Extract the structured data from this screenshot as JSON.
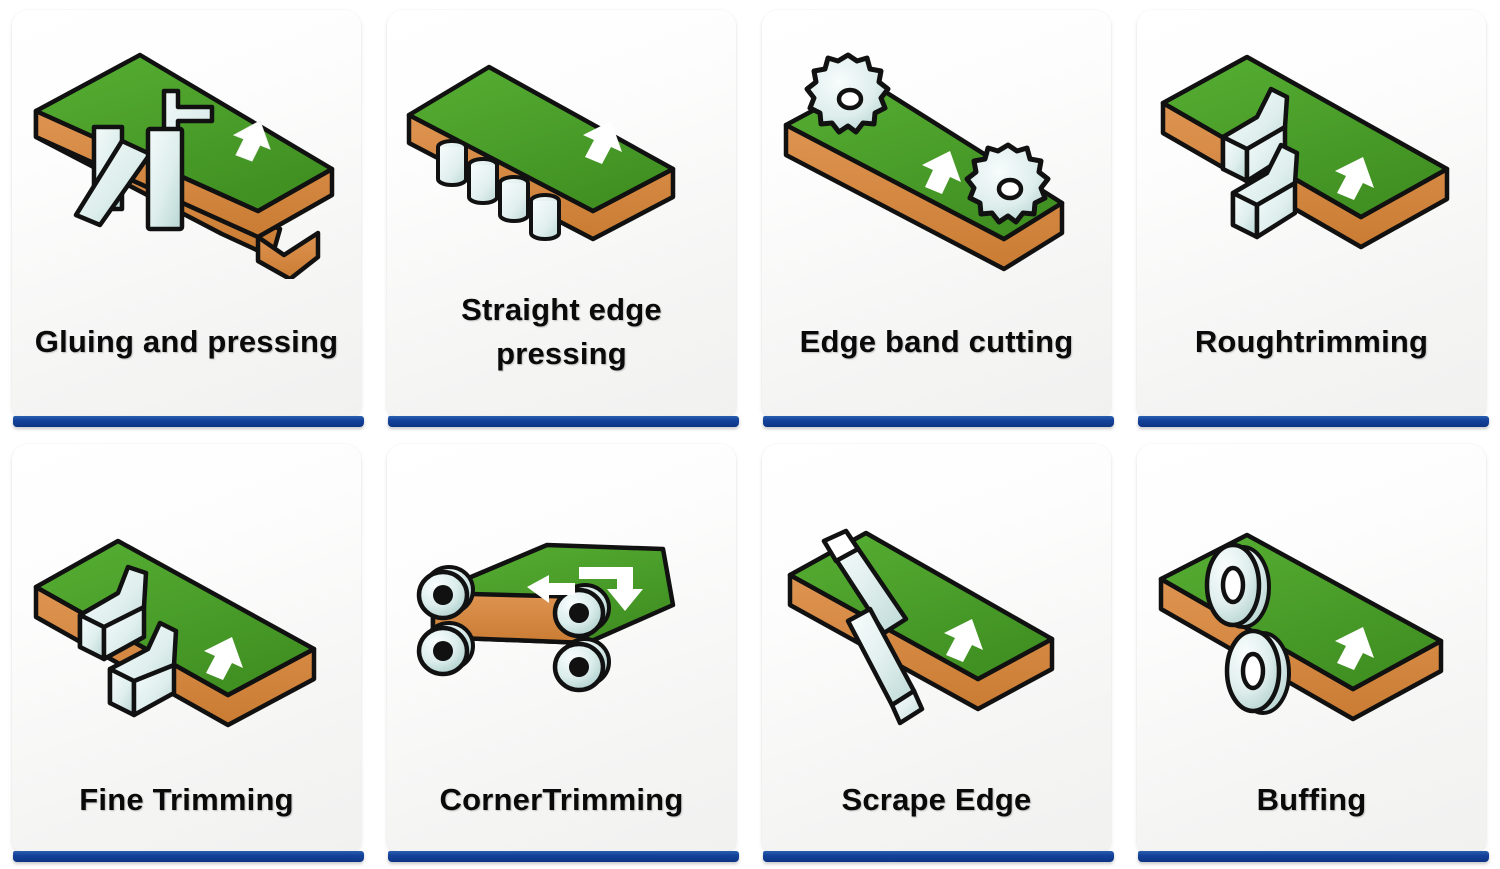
{
  "page": {
    "title": "Edge banding process steps",
    "columns": 4,
    "rows": 2,
    "background": "#ffffff"
  },
  "colors": {
    "card_bg": "#f7f7f6",
    "base_bar_blue": "#14429a",
    "panel_top_green": "#4CA52E",
    "panel_edge_orange": "#D4873F",
    "tool_metal_light": "#EAF6F4",
    "tool_metal_dark": "#BBD9D6",
    "outline_black": "#111111",
    "arrow_white": "#ffffff",
    "label_text": "#0a0a0a"
  },
  "cards": [
    {
      "id": "gluing-and-pressing",
      "label": "Gluing and pressing",
      "icon": "glue-applicator-and-press-roller-icon",
      "two_line": false,
      "row": 1,
      "col": 1
    },
    {
      "id": "straight-edge-pressing",
      "label_line1": "Straight edge",
      "label_line2": "pressing",
      "label": "Straight edge pressing",
      "icon": "pressing-rollers-row-icon",
      "two_line": true,
      "row": 1,
      "col": 2
    },
    {
      "id": "edge-band-cutting",
      "label": "Edge band cutting",
      "icon": "twin-saw-blades-icon",
      "two_line": false,
      "row": 1,
      "col": 3
    },
    {
      "id": "roughtrimming",
      "label": "Roughtrimming",
      "icon": "rough-trim-cutters-icon",
      "two_line": false,
      "row": 1,
      "col": 4
    },
    {
      "id": "fine-trimming",
      "label": "Fine Trimming",
      "icon": "fine-trim-cutters-icon",
      "two_line": false,
      "row": 2,
      "col": 1
    },
    {
      "id": "corner-trimming",
      "label": "CornerTrimming",
      "icon": "corner-trim-four-rollers-icon",
      "two_line": false,
      "row": 2,
      "col": 2
    },
    {
      "id": "scrape-edge",
      "label": "Scrape Edge",
      "icon": "scraper-blades-icon",
      "two_line": false,
      "row": 2,
      "col": 3
    },
    {
      "id": "buffing",
      "label": "Buffing",
      "icon": "buffing-wheels-icon",
      "two_line": false,
      "row": 2,
      "col": 4
    }
  ]
}
